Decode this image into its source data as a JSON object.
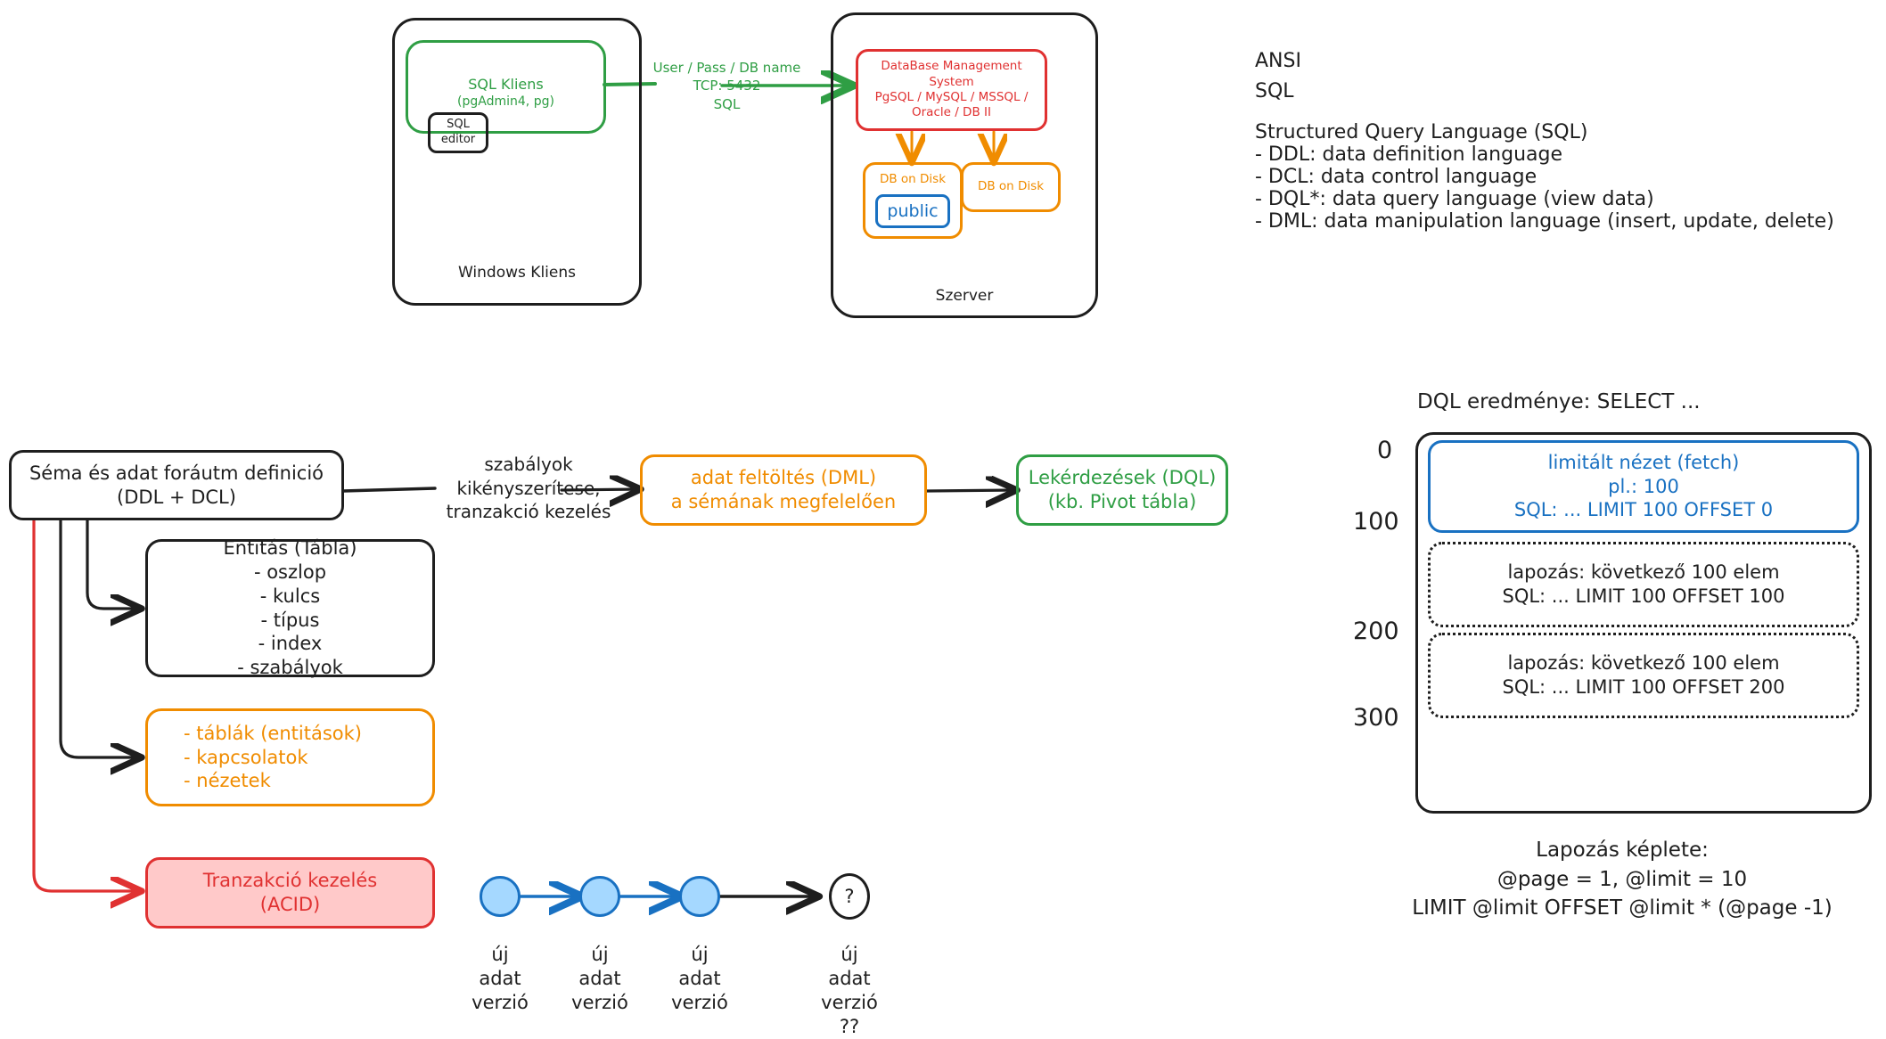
{
  "colors": {
    "black": "#1e1e1e",
    "red": "#e03131",
    "green": "#2f9e44",
    "orange": "#f08c00",
    "blue": "#1971c2",
    "red_fill": "#ffc9c9",
    "blue_fill": "#a5d8ff",
    "background": "#ffffff"
  },
  "architecture": {
    "client_container_label": "Windows Kliens",
    "server_container_label": "Szerver",
    "sql_client": {
      "line1": "SQL Kliens",
      "line2": "(pgAdmin4, pg)"
    },
    "sql_editor": "SQL\neditor",
    "connection_label": "User / Pass / DB name\nTCP: 5432\nSQL",
    "dbms": "DataBase Management\nSystem\nPgSQL / MySQL / MSSQL /\nOracle / DB II",
    "db_on_disk_1": "DB on Disk",
    "db_on_disk_2": "DB on Disk",
    "schema_public": "public"
  },
  "notes": {
    "ansi": "ANSI\n SQL",
    "sql_title": "Structured Query Language (SQL)",
    "sql_items": [
      "- DDL: data definition language",
      "- DCL: data control language",
      "- DQL*: data query language (view data)",
      "- DML: data manipulation language (insert, update, delete)"
    ]
  },
  "flow": {
    "schema_box": "Séma és adat foráutm definició\n(DDL + DCL)",
    "arrow_label": "szabályok\nkikényszerítese,\ntranzakció kezelés",
    "dml_box": "adat feltöltés (DML)\na sémának megfelelően",
    "dql_box": "Lekérdezések (DQL)\n(kb. Pivot tábla)",
    "entity_box": "Entitás (Tábla)\n- oszlop\n- kulcs\n- típus\n- index\n- szabályok",
    "objects_box": "- táblák (entitások)\n- kapcsolatok\n- nézetek",
    "transaction_box": "Tranzakció kezelés\n(ACID)"
  },
  "versions": {
    "nodes": [
      {
        "label": "új\nadat\nverzió",
        "kind": "filled"
      },
      {
        "label": "új\nadat\nverzió",
        "kind": "filled"
      },
      {
        "label": "új\nadat\nverzió",
        "kind": "filled"
      },
      {
        "label": "új\nadat\nverzió\n??",
        "kind": "question",
        "glyph": "?"
      }
    ]
  },
  "pagination": {
    "title": "DQL eredménye: SELECT ...",
    "axis_labels": [
      "0",
      "100",
      "200",
      "300"
    ],
    "pages": [
      {
        "style": "solid-blue",
        "text": "limitált nézet (fetch)\npl.: 100\nSQL: ... LIMIT 100 OFFSET 0"
      },
      {
        "style": "dotted",
        "text": "lapozás: következő 100 elem\nSQL: ... LIMIT 100 OFFSET 100"
      },
      {
        "style": "dotted",
        "text": "lapozás: következő 100 elem\nSQL: ... LIMIT 100 OFFSET 200"
      }
    ],
    "formula": "Lapozás képlete:\n@page = 1, @limit = 10\nLIMIT @limit OFFSET @limit * (@page -1)"
  }
}
